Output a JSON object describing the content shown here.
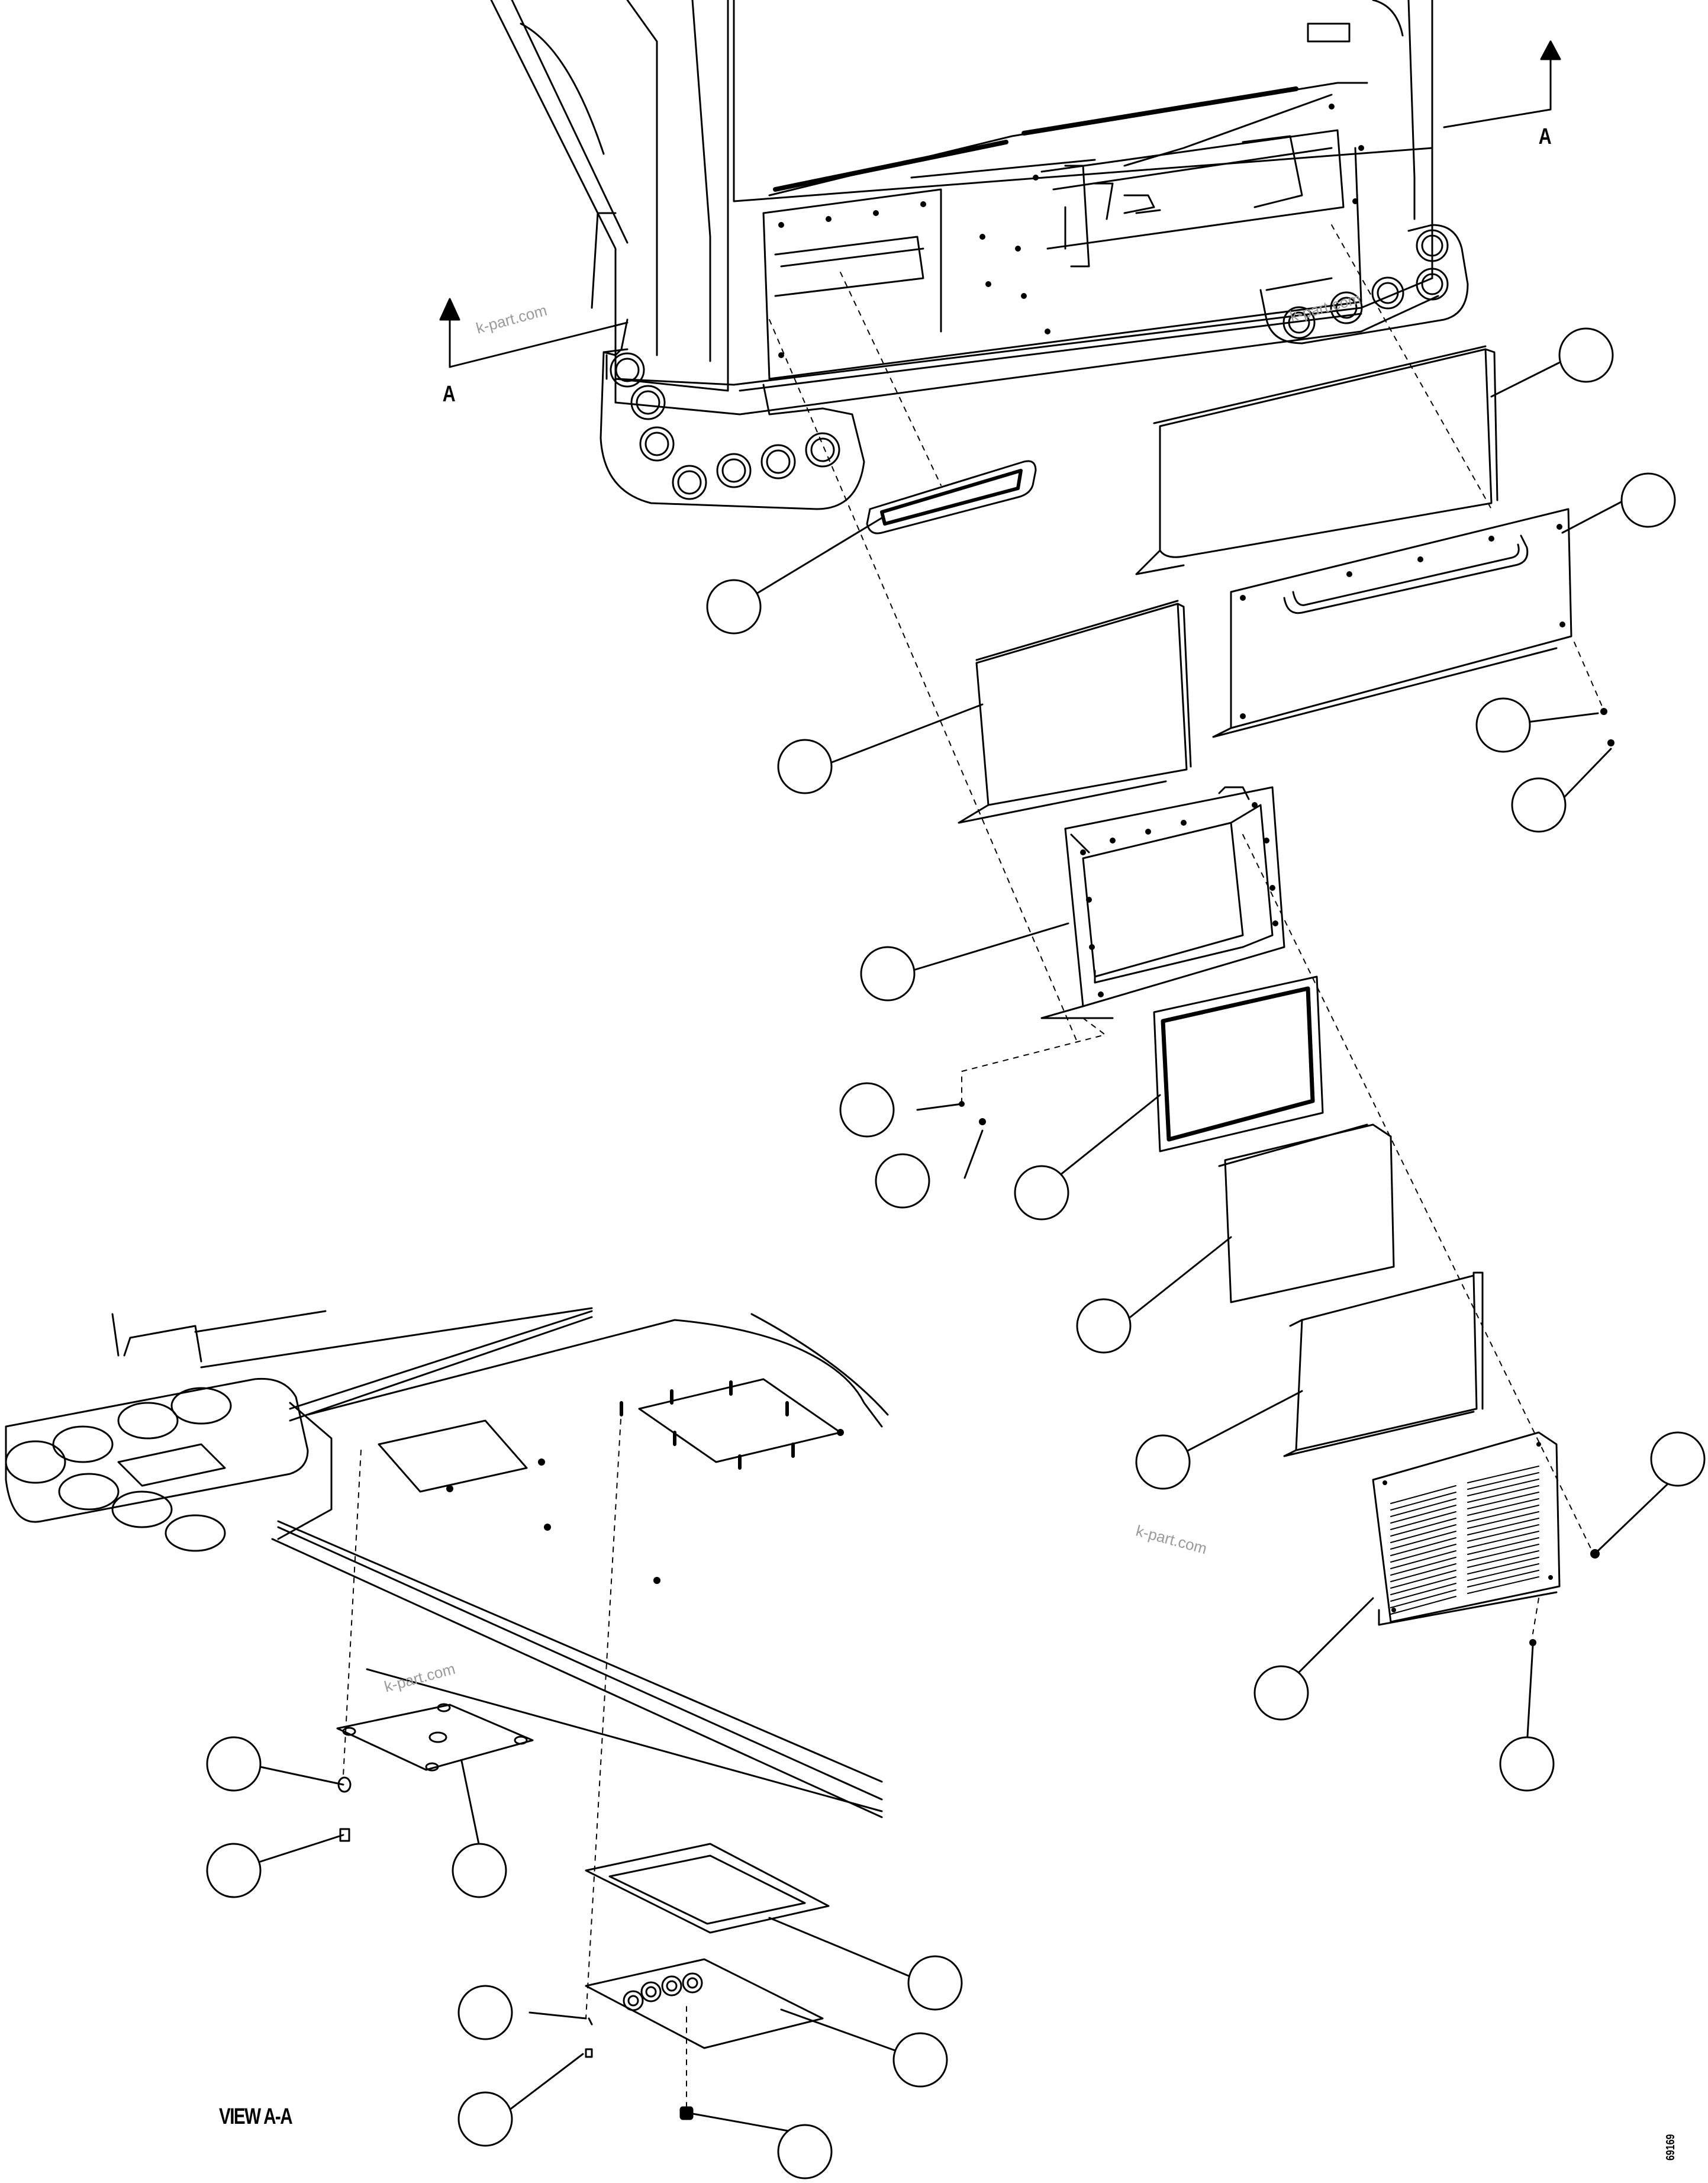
{
  "section_markers": {
    "top_right_letter": "A",
    "left_letter": "A"
  },
  "view_label": "VIEW A-A",
  "drawing_number": "69169",
  "watermarks": [
    "k-part.com",
    "k-part.com",
    "k-part.com",
    "k-part.com"
  ],
  "callout_count": 23
}
